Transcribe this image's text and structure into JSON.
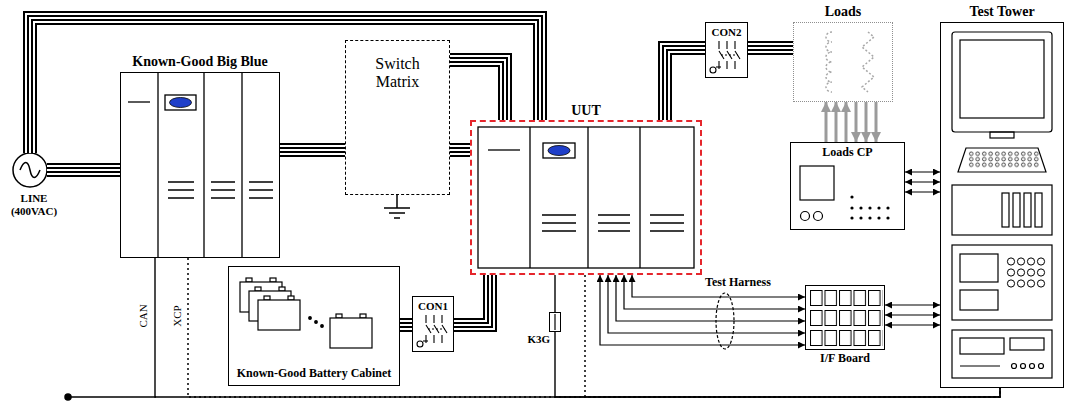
{
  "diagram": {
    "nodes": [
      {
        "text": [
          "Known-Good Big Blue"
        ]
      },
      {
        "text": [
          "Switch Matrix"
        ]
      },
      {
        "text": [
          "UUT"
        ]
      },
      {
        "text": [
          "CON2"
        ]
      },
      {
        "text": [
          "Loads"
        ]
      },
      {
        "text": [
          "Test Tower"
        ]
      },
      {
        "text": [
          "Loads CP"
        ]
      },
      {
        "text": [
          "Known-Good Battery Cabinet"
        ]
      },
      {
        "text": [
          "CON1"
        ]
      },
      {
        "text": [
          "K3G"
        ]
      },
      {
        "text": [
          "I/F Board"
        ]
      }
    ],
    "edges": [
      {
        "from": 0,
        "to": 1,
        "arrow": "none"
      },
      {
        "from": 1,
        "to": 2,
        "arrow": "none"
      },
      {
        "from": 1,
        "to": 2,
        "arrow": "none"
      },
      {
        "from": 2,
        "to": 3,
        "arrow": "none"
      },
      {
        "from": 3,
        "to": 4,
        "arrow": "none"
      },
      {
        "from": 7,
        "to": 8,
        "arrow": "none"
      },
      {
        "from": 8,
        "to": 2,
        "arrow": "none"
      },
      {
        "from": 6,
        "to": 4,
        "arrow": "both"
      },
      {
        "from": 6,
        "to": 5,
        "arrow": "both"
      },
      {
        "from": 10,
        "to": 5,
        "arrow": "both"
      },
      {
        "from": 2,
        "to": 10,
        "arrow": "both"
      },
      {
        "from": 2,
        "to": 9,
        "arrow": "none"
      },
      {
        "from": 0,
        "to": 5,
        "arrow": "none"
      },
      {
        "from": 0,
        "to": 5,
        "arrow": "none"
      },
      {
        "from": 9,
        "to": 5,
        "arrow": "none"
      },
      {
        "from": 2,
        "to": 5,
        "arrow": "none"
      }
    ],
    "labels": [
      "LINE (400VAC)",
      "CAN",
      "XCP",
      "Test Harness"
    ]
  }
}
